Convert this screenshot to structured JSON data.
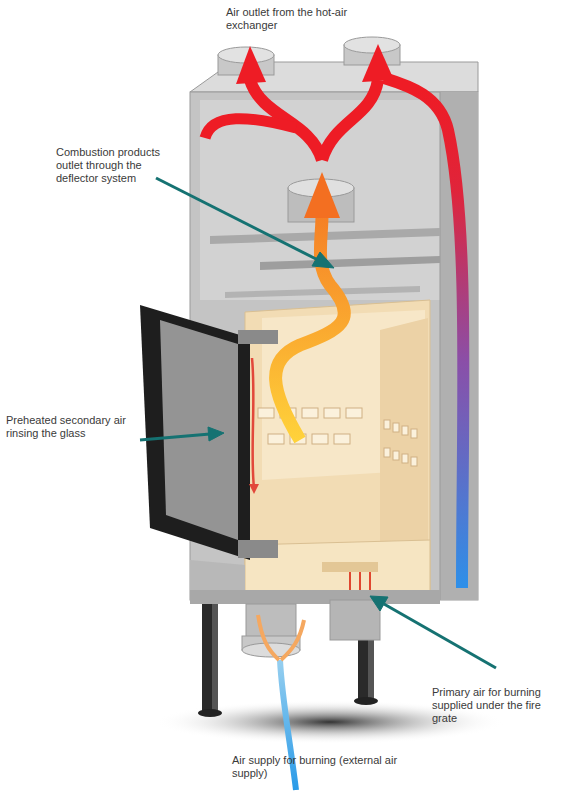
{
  "diagram": {
    "labels": [
      "Air outlet from the hot-air exchanger",
      "Combustion products outlet through the deflector system",
      "Preheated secondary air rinsing the glass",
      "Primary air for burning supplied under the fire grate",
      "Air supply for burning (external air supply)"
    ]
  }
}
